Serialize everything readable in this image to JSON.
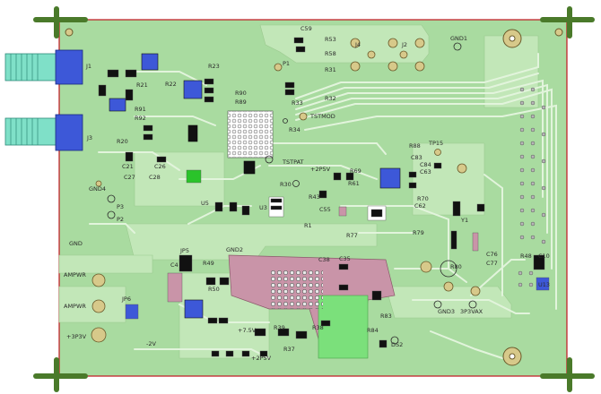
{
  "board": {
    "colors": {
      "board": "#a9dba0",
      "pour": "#c2e7b8",
      "trace": "#d9f1d2",
      "border": "#c0141e",
      "mount": "#4a7a2a",
      "pad": "#d7c98a",
      "silk": "#2a2a2a",
      "pink": "#c994a8",
      "blue": "#3d58d8",
      "sma": "#7fe0c8"
    }
  },
  "labels": {
    "j4": "J4",
    "j2": "J2",
    "gnd1": "GND1",
    "c59": "C59",
    "r53": "R53",
    "r58": "R58",
    "r31": "R31",
    "r32": "R32",
    "r33": "R33",
    "tstmod": "TSTMOD",
    "r34": "R34",
    "p1": "P1",
    "r23": "R23",
    "r22": "R22",
    "r21": "R21",
    "r20": "R20",
    "j3": "J3",
    "j1": "J1",
    "r90": "R90",
    "r89": "R89",
    "r91": "R91",
    "r92": "R92",
    "c21": "C21",
    "c26": "C26",
    "gnd4": "GND4",
    "tstpat": "TSTPAT",
    "p2p5v": "+2P5V",
    "r30": "R30",
    "tp15": "TP15",
    "r88": "R88",
    "c83": "C83",
    "r69": "R69",
    "c84": "C84",
    "c63": "C63",
    "r70": "R70",
    "c62": "C62",
    "r61": "R61",
    "r43": "R43",
    "c55": "C55",
    "p3": "P3",
    "p2": "P2",
    "u3": "U3",
    "u5": "U5",
    "r1": "R1",
    "y1": "Y1",
    "r77": "R77",
    "r79": "R79",
    "gnd": "GND",
    "jp5": "JP5",
    "r49": "R49",
    "gnd2": "GND2",
    "c38": "C38",
    "c35": "C35",
    "r48": "R48",
    "c76": "C76",
    "c77": "C77",
    "c10": "C10",
    "u13": "U13",
    "ampwr1": "AMPWR",
    "ampwr2": "AMPWR",
    "jp6": "JP6",
    "c4": "C4",
    "r50": "R50",
    "r80": "R80",
    "r83": "R83",
    "gnd3": "GND3",
    "p3v3ax": "3P3VAX",
    "r84": "R84",
    "ds2": "DS2",
    "p3v3": "+3P3V",
    "m2v": "-2V",
    "p7p5v": "+7.5V",
    "p2p5v2": "+2P5V",
    "r38": "R38",
    "r39": "R39",
    "c27": "C27",
    "c28": "C28",
    "r37": "R37"
  }
}
